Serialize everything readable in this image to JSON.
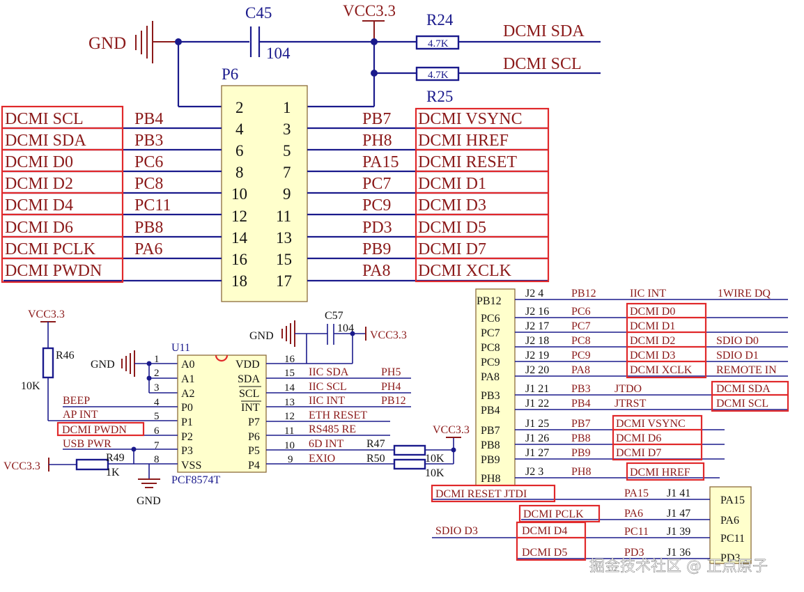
{
  "top": {
    "gnd": "GND",
    "vcc": "VCC3.3",
    "c45": "C45",
    "c45_val": "104",
    "r24": "R24",
    "r24_val": "4.7K",
    "r25": "R25",
    "r25_val": "4.7K",
    "out_sda": "DCMI SDA",
    "out_scl": "DCMI SCL"
  },
  "p6": {
    "title": "P6",
    "left_nums": [
      "2",
      "4",
      "6",
      "8",
      "10",
      "12",
      "14",
      "16",
      "18"
    ],
    "right_nums": [
      "1",
      "3",
      "5",
      "7",
      "9",
      "11",
      "13",
      "15",
      "17"
    ],
    "left_signals": [
      "DCMI SCL",
      "DCMI SDA",
      "DCMI D0",
      "DCMI D2",
      "DCMI D4",
      "DCMI D6",
      "DCMI PCLK",
      "DCMI PWDN"
    ],
    "left_ports": [
      "PB4",
      "PB3",
      "PC6",
      "PC8",
      "PC11",
      "PB8",
      "PA6"
    ],
    "right_ports": [
      "PB7",
      "PH8",
      "PA15",
      "PC7",
      "PC9",
      "PD3",
      "PB9",
      "PA8"
    ],
    "right_signals": [
      "DCMI VSYNC",
      "DCMI HREF",
      "DCMI RESET",
      "DCMI D1",
      "DCMI D3",
      "DCMI D5",
      "DCMI D7",
      "DCMI XCLK"
    ]
  },
  "u11": {
    "title": "U11",
    "part": "PCF8574T",
    "r46": "R46",
    "r46_val": "10K",
    "vcc_top": "VCC3.3",
    "gnd_left": "GND",
    "gnd_bottom": "GND",
    "vcc_left": "VCC3.3",
    "r49": "R49",
    "r49_val": "1K",
    "c57": "C57",
    "c57_val": "104",
    "c57_gnd": "GND",
    "c57_vcc": "VCC3.3",
    "left_pin_nums": [
      "1",
      "2",
      "3",
      "4",
      "5",
      "6",
      "7",
      "8"
    ],
    "left_pin_names": [
      "A0",
      "A1",
      "A2",
      "P0",
      "P1",
      "P2",
      "P3",
      "VSS"
    ],
    "left_nets": [
      "BEEP",
      "AP INT",
      "DCMI PWDN",
      "USB PWR"
    ],
    "right_pin_nums": [
      "16",
      "15",
      "14",
      "13",
      "12",
      "11",
      "10",
      "9"
    ],
    "right_pin_names": [
      "VDD",
      "SDA",
      "SCL",
      "INT",
      "P7",
      "P6",
      "P5",
      "P4"
    ],
    "right_nets": [
      "IIC SDA",
      "IIC SCL",
      "IIC INT",
      "ETH RESET",
      "RS485 RE",
      "6D INT",
      "EXIO"
    ],
    "right_ports": [
      "PH5",
      "PH4",
      "PB12"
    ],
    "r47": "R47",
    "r50": "R50",
    "r47_val": "10K",
    "r50_val": "10K",
    "vcc_r": "VCC3.3"
  },
  "mcu": {
    "upper_pins": [
      "PB12",
      "PC6",
      "PC7",
      "PC8",
      "PC9",
      "PA8",
      "PB3",
      "PB4",
      "PB7",
      "PB8",
      "PB9",
      "PH8"
    ],
    "upper_conn": [
      "J2  4",
      "J2  16",
      "J2  17",
      "J2  18",
      "J2  19",
      "J2  20",
      "J1  21",
      "J1  22",
      "J1  25",
      "J1  26",
      "J1  27",
      "J2  3"
    ],
    "upper_ports": [
      "PB12",
      "PC6",
      "PC7",
      "PC8",
      "PC9",
      "PA8",
      "PB3",
      "PB4",
      "PB7",
      "PB8",
      "PB9",
      "PH8"
    ],
    "upper_mid": [
      "IIC INT",
      "JTDO",
      "JTRST"
    ],
    "upper_dcmi": [
      "DCMI D0",
      "DCMI D1",
      "DCMI D2",
      "DCMI D3",
      "DCMI XCLK",
      "DCMI VSYNC",
      "DCMI D6",
      "DCMI D7",
      "DCMI HREF"
    ],
    "upper_far": [
      "1WIRE DQ",
      "SDIO D0",
      "SDIO D1",
      "REMOTE IN",
      "DCMI SDA",
      "DCMI SCL"
    ],
    "lower_pins": [
      "PA15",
      "PA6",
      "PC11",
      "PD3"
    ],
    "lower_conn": [
      "J1  41",
      "J1  47",
      "J1  39",
      "J1  36"
    ],
    "lower_ports": [
      "PA15",
      "PA6",
      "PC11",
      "PD3"
    ],
    "lower_dcmi": [
      "DCMI RESET  JTDI",
      "DCMI PCLK",
      "DCMI D4",
      "DCMI D5"
    ],
    "sdio_d3": "SDIO D3"
  },
  "watermark": "掘金技术社区 @ 正点原子",
  "colors": {
    "wire": "#1a1a8c",
    "net": "#8b1a1a",
    "highlight": "#e0282a",
    "component": "#ffffcc"
  }
}
